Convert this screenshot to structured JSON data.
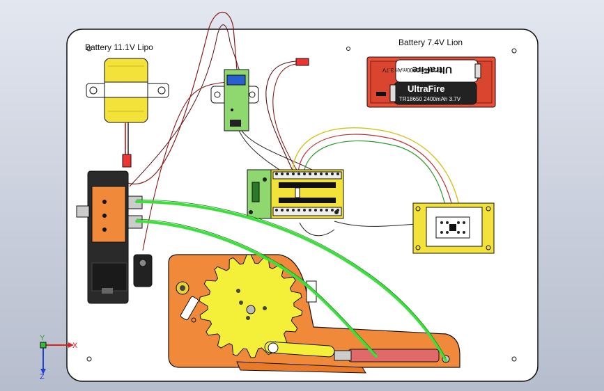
{
  "labels": {
    "battery_lipo": "Battery 11.1V Lipo",
    "battery_lion": "Battery 7.4V Lion"
  },
  "cells": {
    "top_brand": "UltraFire",
    "top_spec": "TR18650 2400mAh 3.7V",
    "bottom_brand": "UltraFire",
    "bottom_spec": "TR18650 2400mAh 3.7V"
  },
  "triad": {
    "x": "X",
    "y": "Y",
    "z": "Z"
  },
  "colors": {
    "board": "#ffffff",
    "lipo_yellow": "#f3e23a",
    "lion_red": "#e8503a",
    "green_tube": "#3dde3d",
    "mechanism_orange": "#f08a3a",
    "gear_yellow": "#f4f03a",
    "pcb_green": "#8fd870",
    "wire_dark_red": "#8a1a1a"
  }
}
